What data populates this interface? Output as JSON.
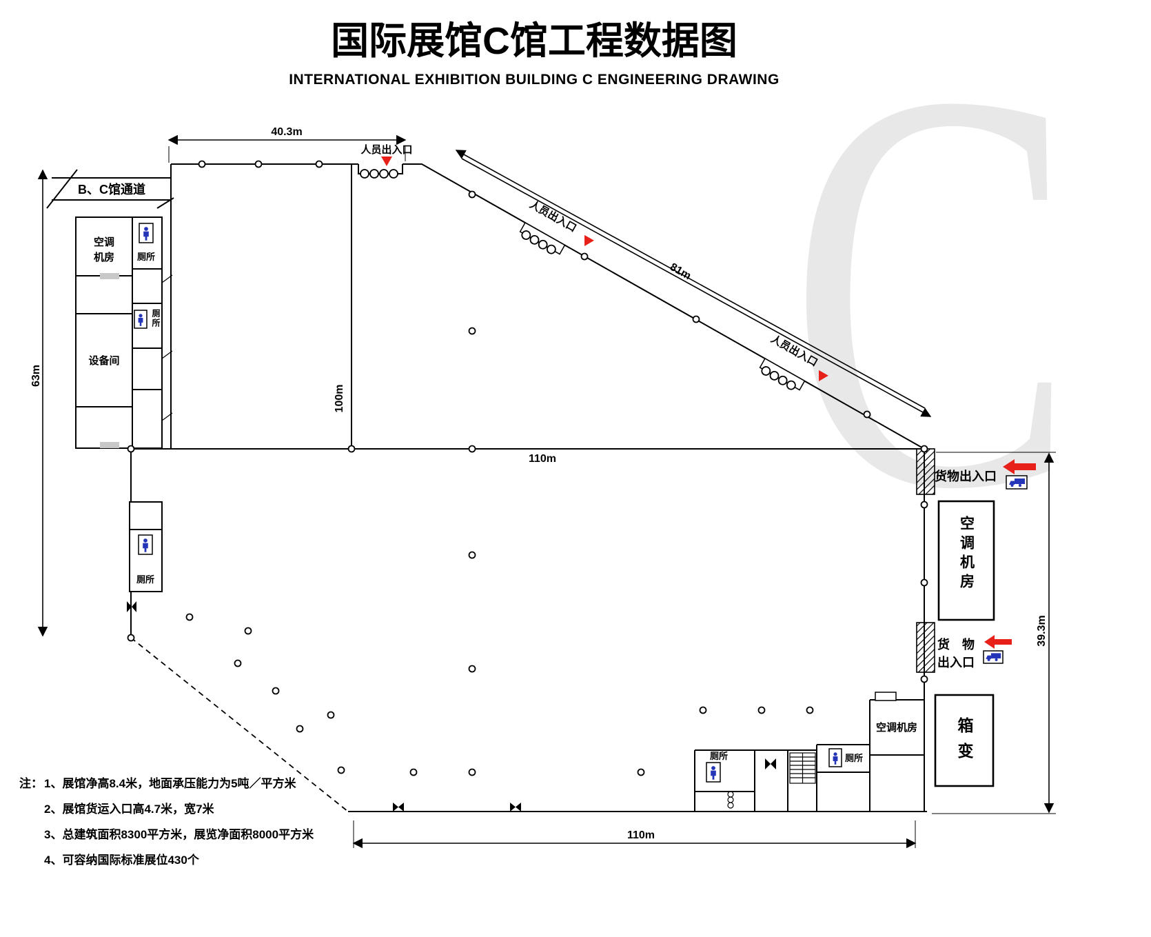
{
  "header": {
    "title": "国际展馆C馆工程数据图",
    "subtitle": "INTERNATIONAL EXHIBITION BUILDING C  ENGINEERING DRAWING"
  },
  "watermark": "C",
  "passage_label": "B、C馆通道",
  "rooms": {
    "ac_line1": "空调",
    "ac_line2": "机房",
    "ac_full": "空调机房",
    "equipment": "设备间",
    "toilet": "厕所",
    "transformer": "箱变"
  },
  "entrances": {
    "personnel": "人员出入口",
    "cargo": "货物出入口",
    "cargo_l1": "货　物",
    "cargo_l2": "出入口"
  },
  "dimensions": {
    "top_width": "40.3m",
    "left_height": "63m",
    "hall_height": "100m",
    "hall_width": "110m",
    "diagonal_length": "81m",
    "right_height": "39.3m",
    "bottom_width": "110m"
  },
  "notes": {
    "prefix": "注：",
    "items": [
      "1、展馆净高8.4米，地面承压能力为5吨／平方米",
      "2、展馆货运入口高4.7米，宽7米",
      "3、总建筑面积8300平方米，展览净面积8000平方米",
      "4、可容纳国际标准展位430个"
    ]
  },
  "colors": {
    "line": "#000000",
    "marker_red": "#e8201a",
    "icon_blue": "#2535b8",
    "watermark_gray": "#e8e8e8"
  }
}
